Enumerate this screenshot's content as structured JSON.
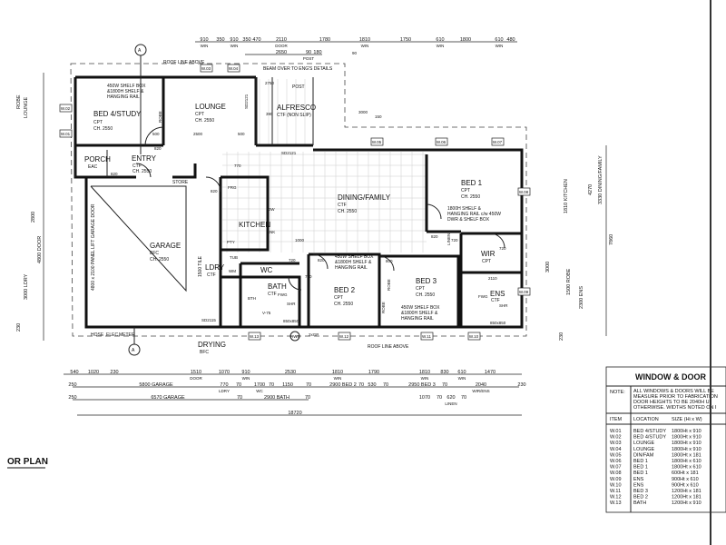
{
  "plan_title": "OR PLAN",
  "rooms": [
    {
      "name": "BED 4/STUDY",
      "finish": "CPT",
      "ch": "CH. 2550"
    },
    {
      "name": "LOUNGE",
      "finish": "CPT",
      "ch": "CH. 2550"
    },
    {
      "name": "ALFRESCO",
      "finish": "CTF (NON SLIP)",
      "ch": ""
    },
    {
      "name": "PORCH",
      "finish": "EAC",
      "ch": ""
    },
    {
      "name": "ENTRY",
      "finish": "CTF",
      "ch": "CH. 2550"
    },
    {
      "name": "GARAGE",
      "finish": "BFC",
      "ch": "CH. 2550"
    },
    {
      "name": "KITCHEN",
      "finish": "",
      "ch": ""
    },
    {
      "name": "DINING/FAMILY",
      "finish": "CTF",
      "ch": "CH. 2550"
    },
    {
      "name": "BED 1",
      "finish": "CPT",
      "ch": "CH. 2550"
    },
    {
      "name": "LDRY",
      "finish": "CTF",
      "ch": ""
    },
    {
      "name": "WC",
      "finish": "",
      "ch": ""
    },
    {
      "name": "BATH",
      "finish": "CTF",
      "ch": ""
    },
    {
      "name": "BED 2",
      "finish": "CPT",
      "ch": "CH. 2550"
    },
    {
      "name": "BED 3",
      "finish": "CPT",
      "ch": "CH. 2550"
    },
    {
      "name": "WIR",
      "finish": "CPT",
      "ch": ""
    },
    {
      "name": "ENS",
      "finish": "CTF",
      "ch": ""
    },
    {
      "name": "DRYING",
      "finish": "BFC",
      "ch": ""
    }
  ],
  "notes": {
    "roof_line_top": "ROOF LINE ABOVE",
    "roof_line_bottom": "ROOF LINE ABOVE",
    "beam": "BEAM OVER TO ENG'S DETAILS",
    "post": "POST",
    "bed4_shelf": [
      "450W SHELF BOX",
      "&1800H SHELF &",
      "HANGING RAIL"
    ],
    "bed1_shelf": [
      "1800H SHELF &",
      "HANGING RAIL c/w 450W",
      "DWR & SHELF BOX"
    ],
    "bed2_shelf": [
      "450W SHELF BOX",
      "&1800H SHELF &",
      "HANGING RAIL"
    ],
    "bed3_shelf": [
      "450W SHELF BOX",
      "&1800H SHELF &",
      "HANGING RAIL"
    ],
    "store": "STORE",
    "garage_door": "4800 x 2100 PANEL LIFT GARAGE DOOR",
    "tile": "1500 TILE",
    "hose": "HOSE",
    "elec": "ELEC",
    "meter": "METER",
    "hws": "HWS",
    "gp": "2xGP",
    "section": "A",
    "fixtures": {
      "frg": "FRG",
      "dw": "DW",
      "snk": "SNK",
      "pty": "PTY",
      "tub": "TUB",
      "wm": "WM",
      "bth": "BTH",
      "shr": "SHR",
      "shr2": "SHR",
      "fwg": "FWG",
      "fwg2": "FWG",
      "shr_size": "850x850",
      "shr_size2": "850x850",
      "v75": "V-75",
      "linen": "LINEN",
      "robe": "ROBE",
      "robe2": "ROBE",
      "robe3": "ROBE",
      "sd1": "SD2121",
      "sd2": "SD2121",
      "sd3": "SD2115"
    },
    "interior_dims": [
      "500",
      "2500",
      "500",
      "820",
      "820",
      "820",
      "770",
      "1000",
      "720",
      "820",
      "720",
      "800",
      "720",
      "820",
      "720",
      "2110",
      "390",
      "2750",
      "3000",
      "150",
      "90"
    ]
  },
  "windows_tags": [
    "W.01",
    "W.02",
    "W.03",
    "W.04",
    "W.05",
    "W.06",
    "W.07",
    "W.08",
    "W.09",
    "W.10",
    "W.11",
    "W.12",
    "W.13"
  ],
  "dims": {
    "top1": [
      [
        "910",
        "WIN"
      ],
      [
        "350",
        ""
      ],
      [
        "910",
        "WIN"
      ],
      [
        "350",
        ""
      ],
      [
        "470",
        ""
      ],
      [
        "2110",
        "DOOR"
      ],
      [
        "1780",
        ""
      ],
      [
        "1810",
        "WIN"
      ],
      [
        "1750",
        ""
      ],
      [
        "610",
        "WIN"
      ],
      [
        "1800",
        ""
      ],
      [
        "610",
        "WIN"
      ],
      [
        "480",
        ""
      ]
    ],
    "top2": [
      [
        "2650",
        ""
      ],
      [
        "90",
        "POST"
      ],
      [
        "180",
        ""
      ]
    ],
    "bot1": [
      [
        "540",
        ""
      ],
      [
        "1020",
        ""
      ],
      [
        "230",
        ""
      ],
      [
        "1510",
        "DOOR"
      ],
      [
        "1070",
        ""
      ],
      [
        "910",
        "WIN"
      ],
      [
        "2530",
        ""
      ],
      [
        "1810",
        "WIN"
      ],
      [
        "1790",
        ""
      ],
      [
        "1810",
        "WIN"
      ],
      [
        "830",
        ""
      ],
      [
        "610",
        "WIN"
      ],
      [
        "1470",
        ""
      ]
    ],
    "bot2": [
      [
        "250",
        ""
      ],
      [
        "5800 GARAGE",
        ""
      ],
      [
        "770",
        "LDRY"
      ],
      [
        "70",
        ""
      ],
      [
        "1700",
        "WC"
      ],
      [
        "70",
        ""
      ],
      [
        "1150",
        ""
      ],
      [
        "70",
        ""
      ],
      [
        "2900 BED 2",
        ""
      ],
      [
        "70",
        ""
      ],
      [
        "530",
        ""
      ],
      [
        "70",
        ""
      ],
      [
        "2950 BED 3",
        ""
      ],
      [
        "70",
        ""
      ],
      [
        "2040",
        "WIR/ENS"
      ],
      [
        "230",
        ""
      ]
    ],
    "bot3": [
      [
        "250",
        ""
      ],
      [
        "6570 GARAGE",
        ""
      ],
      [
        "70",
        ""
      ],
      [
        "2900 BATH",
        ""
      ],
      [
        "70",
        ""
      ],
      [
        "1070",
        ""
      ],
      [
        "70",
        ""
      ],
      [
        "620",
        "LINEN"
      ],
      [
        "70",
        ""
      ]
    ],
    "bot4": [
      [
        "18720",
        ""
      ]
    ],
    "left": [
      "ROBE",
      "LOUNGE",
      "2800",
      "4800 DOOR",
      "3000 LDRY",
      "230"
    ],
    "right": [
      "3330 DINING/FAMILY",
      "4270",
      "1810 KITCHEN",
      "3000",
      "1500 ROBE",
      "2300 ENS",
      "7860",
      "230"
    ]
  },
  "schedule": {
    "title": "WINDOW & DOOR",
    "note_label": "NOTE:",
    "note_lines": [
      "ALL WINDOWS & DOORS WILL BE",
      "MEASURE PRIOR TO FABRICATION",
      "DOOR HEIGHTS TO BE 2040H U",
      "OTHERWISE. WIDTHS NOTED ON I"
    ],
    "headers": [
      "ITEM",
      "LOCATION",
      "SIZE (Hi x W)"
    ],
    "rows": [
      [
        "W.01",
        "BED 4/STUDY",
        "1800Ht x 910"
      ],
      [
        "W.02",
        "BED 4/STUDY",
        "1800Ht x 910"
      ],
      [
        "W.03",
        "LOUNGE",
        "1800Ht x 910"
      ],
      [
        "W.04",
        "LOUNGE",
        "1800Ht x 910"
      ],
      [
        "W.05",
        "DIN/FAM",
        "1800Ht x 181"
      ],
      [
        "W.06",
        "BED 1",
        "1800Ht x 610"
      ],
      [
        "W.07",
        "BED 1",
        "1800Ht x 610"
      ],
      [
        "W.08",
        "BED 1",
        "600Ht x 181"
      ],
      [
        "W.09",
        "ENS",
        "900Ht x 610"
      ],
      [
        "W.10",
        "ENS",
        "900Ht x 610"
      ],
      [
        "W.11",
        "BED 3",
        "1200Ht x 181"
      ],
      [
        "W.12",
        "BED 2",
        "1200Ht x 181"
      ],
      [
        "W.13",
        "BATH",
        "1200Ht x 910"
      ]
    ]
  }
}
